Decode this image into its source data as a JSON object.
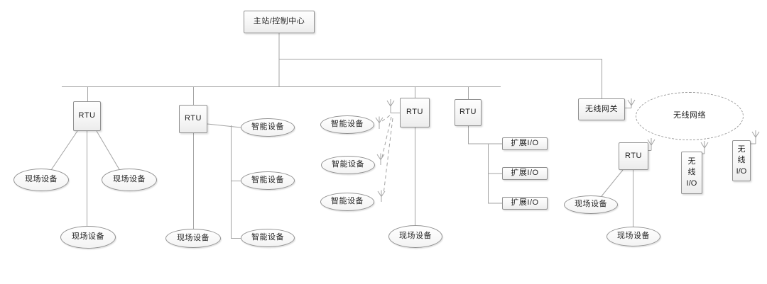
{
  "page": {
    "background": "#ffffff"
  },
  "diagram": {
    "type": "network-topology",
    "labels": {
      "master": "主站/控制中心",
      "rtu": "RTU",
      "field_device": "现场设备",
      "smart_device": "智能设备",
      "ext_io": "扩展I/O",
      "gateway": "无线网关",
      "wireless_network": "无线网络",
      "wireless_io_lines": [
        "无",
        "线",
        "I/O"
      ]
    },
    "colors": {
      "line": "#a3a3a3",
      "node_border": "#919191",
      "node_fill": "#f2f2f2",
      "text": "#1f1f1f",
      "background": "#ffffff"
    },
    "icons": {
      "antenna": "antenna-icon"
    },
    "edges": [
      {
        "from": "master-station",
        "to": "bus",
        "style": "solid"
      },
      {
        "from": "bus",
        "to": "rtu-1",
        "style": "solid"
      },
      {
        "from": "bus",
        "to": "rtu-2",
        "style": "solid"
      },
      {
        "from": "bus",
        "to": "rtu-3",
        "style": "solid"
      },
      {
        "from": "bus",
        "to": "rtu-4",
        "style": "solid"
      },
      {
        "from": "master-station",
        "to": "wireless-gateway",
        "style": "solid"
      },
      {
        "from": "rtu-1",
        "to": "field-device-1",
        "style": "solid"
      },
      {
        "from": "rtu-1",
        "to": "field-device-2",
        "style": "solid"
      },
      {
        "from": "rtu-1",
        "to": "field-device-3",
        "style": "solid"
      },
      {
        "from": "rtu-2",
        "to": "smart-device-1",
        "style": "elbow"
      },
      {
        "from": "rtu-2",
        "to": "smart-device-2",
        "style": "elbow"
      },
      {
        "from": "rtu-2",
        "to": "smart-device-3",
        "style": "elbow"
      },
      {
        "from": "rtu-2",
        "to": "field-device-4",
        "style": "solid"
      },
      {
        "from": "rtu-3",
        "to": "smart-device-4",
        "style": "dashed-wireless"
      },
      {
        "from": "rtu-3",
        "to": "smart-device-5",
        "style": "dashed-wireless"
      },
      {
        "from": "rtu-3",
        "to": "smart-device-6",
        "style": "dashed-wireless"
      },
      {
        "from": "rtu-3",
        "to": "field-device-5",
        "style": "solid"
      },
      {
        "from": "rtu-4",
        "to": "ext-io-1",
        "style": "elbow"
      },
      {
        "from": "ext-io-1",
        "to": "ext-io-2",
        "style": "elbow"
      },
      {
        "from": "ext-io-2",
        "to": "ext-io-3",
        "style": "elbow"
      },
      {
        "from": "rtu-5",
        "to": "field-device-6",
        "style": "solid"
      },
      {
        "from": "rtu-5",
        "to": "field-device-7",
        "style": "solid"
      },
      {
        "from": "wireless-gateway",
        "to": "wireless-network",
        "style": "wireless-antenna"
      },
      {
        "from": "wireless-network",
        "to": "rtu-5",
        "style": "wireless-antenna"
      },
      {
        "from": "wireless-network",
        "to": "wireless-io-1",
        "style": "wireless-antenna"
      },
      {
        "from": "wireless-network",
        "to": "wireless-io-2",
        "style": "wireless-antenna"
      }
    ]
  }
}
